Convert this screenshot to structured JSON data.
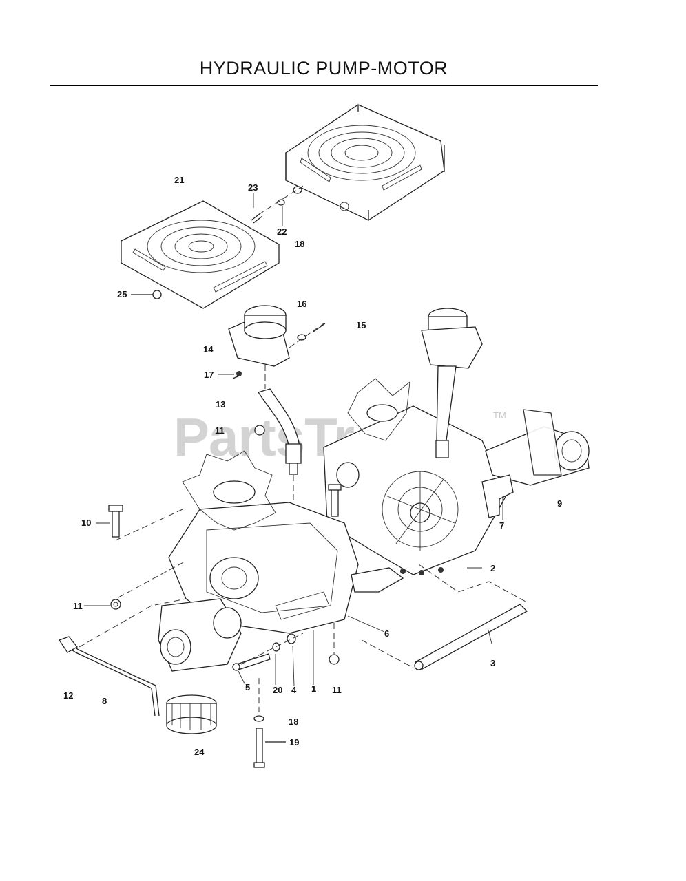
{
  "title": "HYDRAULIC PUMP-MOTOR",
  "watermark": {
    "text": "PartsTree",
    "tm": "TM"
  },
  "callouts": {
    "c1": "1",
    "c2": "2",
    "c3": "3",
    "c4": "4",
    "c5": "5",
    "c6": "6",
    "c7": "7",
    "c8": "8",
    "c9": "9",
    "c10": "10",
    "c11a": "11",
    "c11b": "11",
    "c11c": "11",
    "c12": "12",
    "c13": "13",
    "c14": "14",
    "c15": "15",
    "c16": "16",
    "c17": "17",
    "c18a": "18",
    "c18b": "18",
    "c19": "19",
    "c20": "20",
    "c21": "21",
    "c22": "22",
    "c23": "23",
    "c24": "24",
    "c25": "25"
  }
}
